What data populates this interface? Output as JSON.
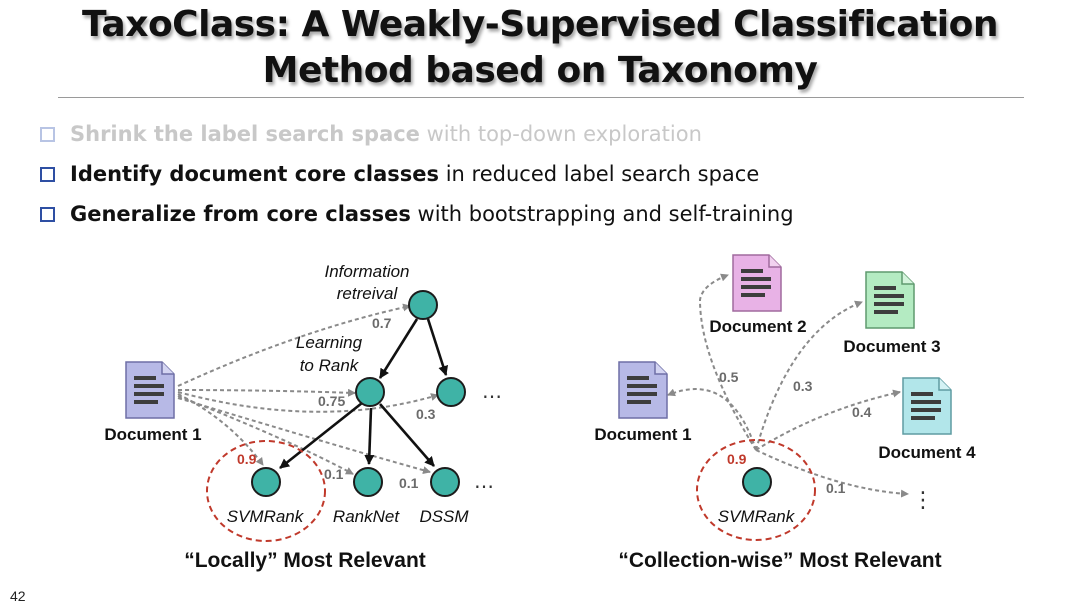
{
  "title": {
    "line1": "TaxoClass: A Weakly-Supervised Classification",
    "line2": "Method based on Taxonomy"
  },
  "bullets": [
    {
      "bold": "Shrink the label search space",
      "rest": " with top-down exploration",
      "state": "faded"
    },
    {
      "bold": "Identify document core classes",
      "rest": " in reduced label search space",
      "state": "active"
    },
    {
      "bold": "Generalize from core classes",
      "rest": " with bootstrapping and self-training",
      "state": "active"
    }
  ],
  "left_diagram": {
    "document": "Document 1",
    "node_info_retrieval": [
      "Information",
      "retreival"
    ],
    "node_learning_to_rank": [
      "Learning",
      "to Rank"
    ],
    "leaf_svmrank": "SVMRank",
    "leaf_ranknet": "RankNet",
    "leaf_dssm": "DSSM",
    "scores": {
      "info_retrieval": "0.7",
      "learning_to_rank": "0.75",
      "sibling": "0.3",
      "svmrank": "0.9",
      "ranknet": "0.1",
      "dssm": "0.1"
    },
    "ellipsis": "…",
    "caption": "“Locally” Most Relevant"
  },
  "right_diagram": {
    "documents": [
      "Document 1",
      "Document 2",
      "Document 3",
      "Document 4"
    ],
    "node": "SVMRank",
    "scores": {
      "doc2": "0.5",
      "doc3": "0.3",
      "doc4": "0.4",
      "more": "0.1",
      "center": "0.9"
    },
    "vertical_ellipsis": "⋮",
    "caption": "“Collection-wise” Most Relevant"
  },
  "colors": {
    "node_fill": "#3fb3a6",
    "doc_purple": "#b7b9e6",
    "doc_pink": "#e8b2e6",
    "doc_green": "#b4ebc2",
    "doc_cyan": "#b2e6ea",
    "highlight_red": "#c0392b",
    "bullet_box": "#2e4fa3"
  },
  "page_number": "42"
}
